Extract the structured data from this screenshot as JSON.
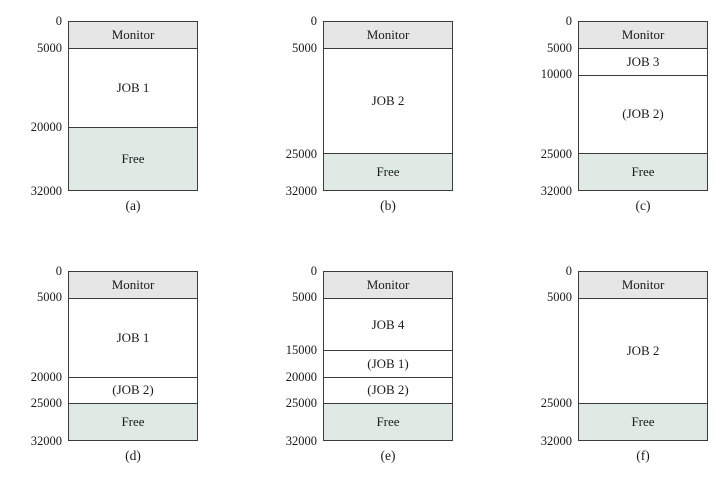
{
  "figure": {
    "description": "Memory layout snapshots (Monitor, jobs, free space) from 0 to 32000",
    "total_memory": 32000,
    "colors": {
      "monitor_fill": "#e6e6e6",
      "job_fill": "#ffffff",
      "free_fill": "#dfeae5",
      "border": "#3c3c3c",
      "text": "#1a1a1a"
    },
    "diagrams": [
      {
        "caption": "(a)",
        "ticks": [
          "0",
          "5000",
          "20000",
          "32000"
        ],
        "segments": [
          {
            "label": "Monitor",
            "start": 0,
            "end": 5000,
            "type": "monitor"
          },
          {
            "label": "JOB 1",
            "start": 5000,
            "end": 20000,
            "type": "job"
          },
          {
            "label": "Free",
            "start": 20000,
            "end": 32000,
            "type": "free"
          }
        ]
      },
      {
        "caption": "(b)",
        "ticks": [
          "0",
          "5000",
          "25000",
          "32000"
        ],
        "segments": [
          {
            "label": "Monitor",
            "start": 0,
            "end": 5000,
            "type": "monitor"
          },
          {
            "label": "JOB 2",
            "start": 5000,
            "end": 25000,
            "type": "job"
          },
          {
            "label": "Free",
            "start": 25000,
            "end": 32000,
            "type": "free"
          }
        ]
      },
      {
        "caption": "(c)",
        "ticks": [
          "0",
          "5000",
          "10000",
          "25000",
          "32000"
        ],
        "segments": [
          {
            "label": "Monitor",
            "start": 0,
            "end": 5000,
            "type": "monitor"
          },
          {
            "label": "JOB 3",
            "start": 5000,
            "end": 10000,
            "type": "job"
          },
          {
            "label": "(JOB 2)",
            "start": 10000,
            "end": 25000,
            "type": "job"
          },
          {
            "label": "Free",
            "start": 25000,
            "end": 32000,
            "type": "free"
          }
        ]
      },
      {
        "caption": "(d)",
        "ticks": [
          "0",
          "5000",
          "20000",
          "25000",
          "32000"
        ],
        "segments": [
          {
            "label": "Monitor",
            "start": 0,
            "end": 5000,
            "type": "monitor"
          },
          {
            "label": "JOB 1",
            "start": 5000,
            "end": 20000,
            "type": "job"
          },
          {
            "label": "(JOB 2)",
            "start": 20000,
            "end": 25000,
            "type": "job"
          },
          {
            "label": "Free",
            "start": 25000,
            "end": 32000,
            "type": "free"
          }
        ]
      },
      {
        "caption": "(e)",
        "ticks": [
          "0",
          "5000",
          "15000",
          "20000",
          "25000",
          "32000"
        ],
        "segments": [
          {
            "label": "Monitor",
            "start": 0,
            "end": 5000,
            "type": "monitor"
          },
          {
            "label": "JOB 4",
            "start": 5000,
            "end": 15000,
            "type": "job"
          },
          {
            "label": "(JOB 1)",
            "start": 15000,
            "end": 20000,
            "type": "job"
          },
          {
            "label": "(JOB 2)",
            "start": 20000,
            "end": 25000,
            "type": "job"
          },
          {
            "label": "Free",
            "start": 25000,
            "end": 32000,
            "type": "free"
          }
        ]
      },
      {
        "caption": "(f)",
        "ticks": [
          "0",
          "5000",
          "25000",
          "32000"
        ],
        "segments": [
          {
            "label": "Monitor",
            "start": 0,
            "end": 5000,
            "type": "monitor"
          },
          {
            "label": "JOB 2",
            "start": 5000,
            "end": 25000,
            "type": "job"
          },
          {
            "label": "Free",
            "start": 25000,
            "end": 32000,
            "type": "free"
          }
        ]
      }
    ]
  }
}
